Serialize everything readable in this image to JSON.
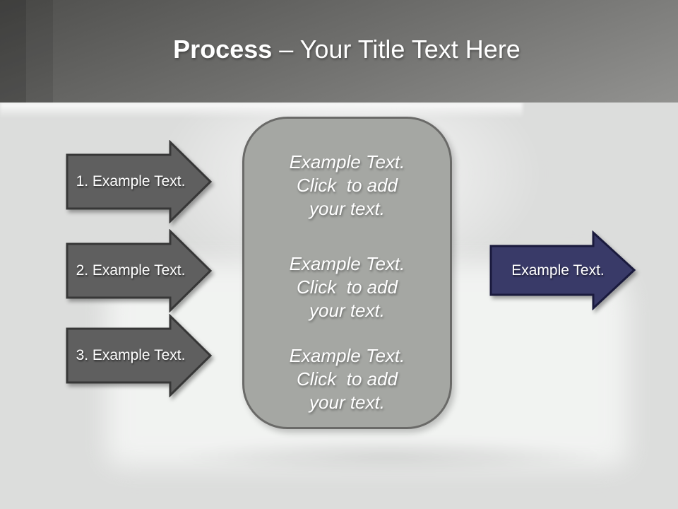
{
  "slide_title": {
    "emphasis": "Process",
    "rest": " – Your Title Text Here"
  },
  "process_steps": [
    {
      "label": "1. Example Text."
    },
    {
      "label": "2. Example Text."
    },
    {
      "label": "3. Example Text."
    }
  ],
  "center_box": {
    "blocks": [
      {
        "lines": [
          "Example Text.",
          "Click  to add",
          "your text."
        ]
      },
      {
        "lines": [
          "Example Text.",
          "Click  to add",
          "your text."
        ]
      },
      {
        "lines": [
          "Example Text.",
          "Click  to add",
          "your text."
        ]
      }
    ]
  },
  "result_arrow": {
    "label": "Example Text."
  },
  "colors": {
    "header_gradient_top": "#4f4f4d",
    "header_gradient_bottom": "#929290",
    "body_background": "#dcdddc",
    "step_arrow_fill": "#5f5f5f",
    "step_arrow_border": "#373737",
    "center_panel_fill": "#a5a7a3",
    "center_panel_border": "#6a6a68",
    "result_arrow_fill": "#393a68",
    "result_arrow_border": "#1a1a3d",
    "text": "#ffffff"
  }
}
